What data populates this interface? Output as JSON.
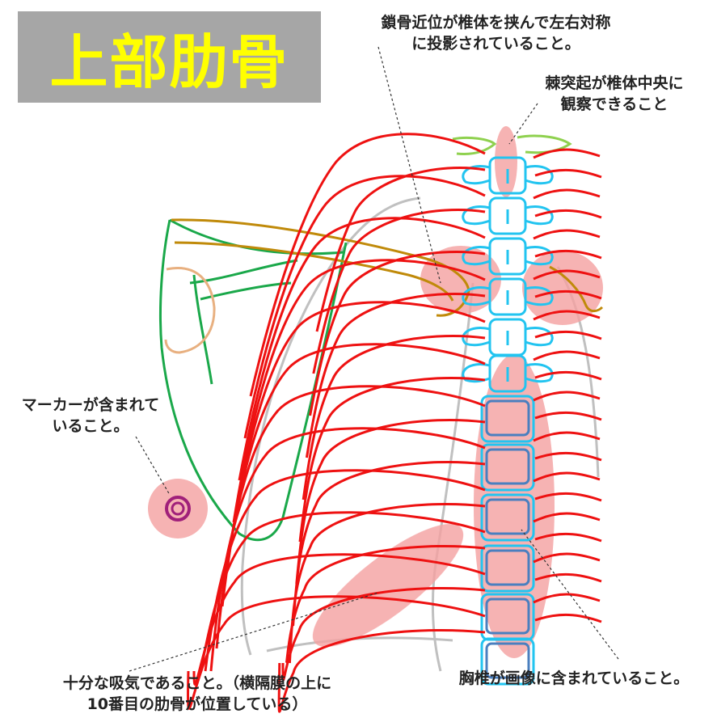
{
  "title": "上部肋骨",
  "colors": {
    "title_bg": "#a6a6a6",
    "title_text": "#ffff00",
    "rib": "#ee1111",
    "vertebra": "#22c4f0",
    "vertebra_body": "#4a7fbf",
    "clavicle": "#c08a0a",
    "scapula": "#1aa84a",
    "humerus_head": "#e8b080",
    "highlight": "#f4a0a0",
    "marker": "#a0207a",
    "outline": "#c0c0c0",
    "transverse": "#8fd14f"
  },
  "annotations": {
    "clavicle_line1": "鎖骨近位が椎体を挟んで左右対称",
    "clavicle_line2": "に投影されていること。",
    "spinous_line1": "棘突起が椎体中央に",
    "spinous_line2": "観察できること",
    "marker_line1": "マーカーが含まれて",
    "marker_line2": "いること。",
    "inspiration_line1": "十分な吸気であること。（横隔膜の上に",
    "inspiration_line2": "10番目の肋骨が位置している）",
    "thoracic_line1": "胸椎が画像に含まれていること。"
  }
}
